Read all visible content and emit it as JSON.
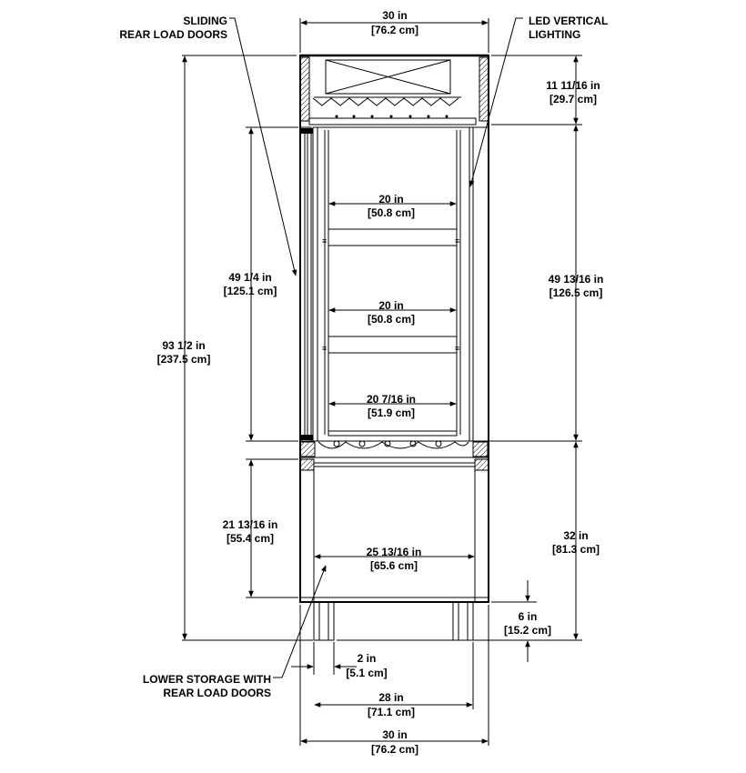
{
  "callouts": {
    "sliding_line1": "SLIDING",
    "sliding_line2": "REAR LOAD DOORS",
    "led_line1": "LED VERTICAL",
    "led_line2": "LIGHTING",
    "lower_line1": "LOWER STORAGE WITH",
    "lower_line2": "REAR LOAD DOORS"
  },
  "dimensions": {
    "top_width": {
      "imperial": "30 in",
      "metric": "[76.2 cm]"
    },
    "header_height": {
      "imperial": "11 11/16 in",
      "metric": "[29.7 cm]"
    },
    "upper_left_height": {
      "imperial": "49 1/4 in",
      "metric": "[125.1 cm]"
    },
    "upper_right_height": {
      "imperial": "49 13/16 in",
      "metric": "[126.5 cm]"
    },
    "overall_height": {
      "imperial": "93 1/2 in",
      "metric": "[237.5 cm]"
    },
    "shelf1_width": {
      "imperial": "20 in",
      "metric": "[50.8 cm]"
    },
    "shelf2_width": {
      "imperial": "20 in",
      "metric": "[50.8 cm]"
    },
    "deck_width": {
      "imperial": "20 7/16 in",
      "metric": "[51.9 cm]"
    },
    "lower_left_height": {
      "imperial": "21 13/16 in",
      "metric": "[55.4 cm]"
    },
    "lower_right_height": {
      "imperial": "32 in",
      "metric": "[81.3 cm]"
    },
    "lower_width": {
      "imperial": "25 13/16 in",
      "metric": "[65.6 cm]"
    },
    "leg_height": {
      "imperial": "6 in",
      "metric": "[15.2 cm]"
    },
    "leg_width": {
      "imperial": "2 in",
      "metric": "[5.1 cm]"
    },
    "leg_span": {
      "imperial": "28 in",
      "metric": "[71.1 cm]"
    },
    "bottom_width": {
      "imperial": "30 in",
      "metric": "[76.2 cm]"
    }
  }
}
